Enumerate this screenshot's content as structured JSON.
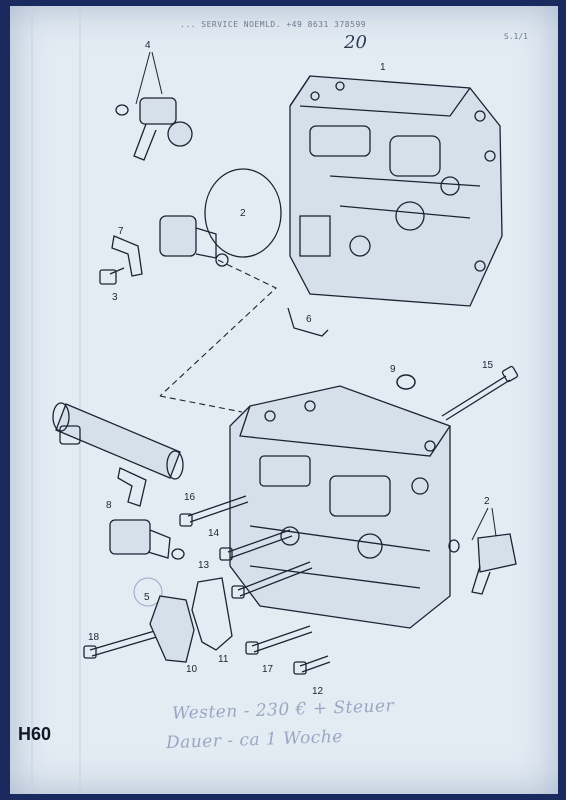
{
  "header": {
    "fax_line": "... SERVICE NOEMLD. +49 8631 378599",
    "page_number": "20",
    "sheet_ref": "S.1/1"
  },
  "model_label": "H60",
  "handwritten_note": {
    "line1": "Westen - 230 € + Steuer",
    "line2": "Dauer - ca 1 Woche"
  },
  "callouts": {
    "c1": "1",
    "c2a": "2",
    "c2b": "2",
    "c3": "3",
    "c4": "4",
    "c5": "5",
    "c6": "6",
    "c7": "7",
    "c8": "8",
    "c9": "9",
    "c10": "10",
    "c11": "11",
    "c12": "12",
    "c13": "13",
    "c14": "14",
    "c15": "15",
    "c16": "16",
    "c17": "17",
    "c18": "18"
  },
  "colors": {
    "paper": "#e3ecf3",
    "ink": "#1c2433",
    "background": "#1b2a5e"
  }
}
